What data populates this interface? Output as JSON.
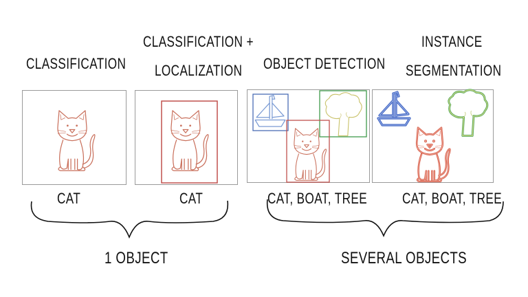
{
  "titles": {
    "classification": "Classification",
    "classification_localization_line1": "Classification +",
    "classification_localization_line2": "Localization",
    "object_detection": "Object detection",
    "instance_segmentation_line1": "Instance",
    "instance_segmentation_line2": "segmentation"
  },
  "captions": {
    "classification": "Cat",
    "classification_localization": "Cat",
    "object_detection": "Cat, boat, tree",
    "instance_segmentation": "Cat, boat, tree"
  },
  "groups": {
    "single": "1 object",
    "multiple": "Several objects"
  },
  "colors": {
    "cat": "#c9705c",
    "boat": "#5b7fc4",
    "tree": "#c9c26a",
    "cat_box": "#c0504d",
    "boat_box": "#4a6db5",
    "tree_box": "#3f9a4a",
    "panel_border": "#9a9a9a",
    "text": "#111111"
  }
}
